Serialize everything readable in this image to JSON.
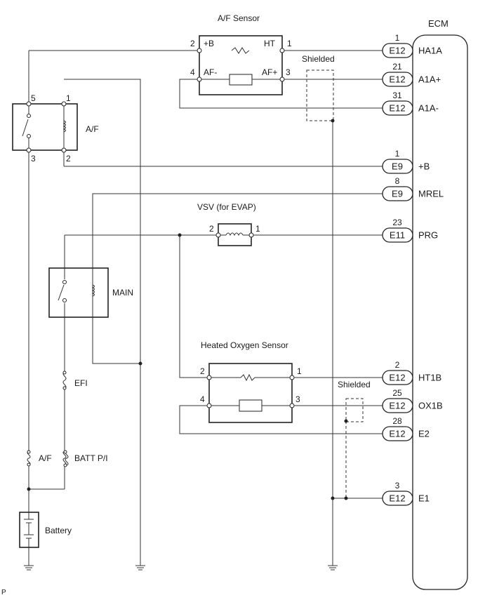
{
  "ecm": {
    "label": "ECM"
  },
  "af_sensor": {
    "label": "A/F Sensor",
    "pin_b": "+B",
    "pin_ht": "HT",
    "pin_afm": "AF-",
    "pin_afp": "AF+",
    "pin2": "2",
    "pin1": "1",
    "pin4": "4",
    "pin3": "3"
  },
  "shielded_top": "Shielded",
  "shielded_bottom": "Shielded",
  "af_relay": {
    "label": "A/F",
    "p5": "5",
    "p1": "1",
    "p3": "3",
    "p2": "2"
  },
  "main_relay": {
    "label": "MAIN"
  },
  "vsv": {
    "label": "VSV (for EVAP)",
    "p2": "2",
    "p1": "1"
  },
  "ho2s": {
    "label": "Heated Oxygen Sensor",
    "p2": "2",
    "p1": "1",
    "p4": "4",
    "p3": "3"
  },
  "fuses": {
    "efi": "EFI",
    "af": "A/F",
    "batt": "BATT P/I"
  },
  "battery": {
    "label": "Battery"
  },
  "footer": "P",
  "connectors": [
    {
      "pin": "1",
      "conn": "E12",
      "signal": "HA1A"
    },
    {
      "pin": "21",
      "conn": "E12",
      "signal": "A1A+"
    },
    {
      "pin": "31",
      "conn": "E12",
      "signal": "A1A-"
    },
    {
      "pin": "1",
      "conn": "E9",
      "signal": "+B"
    },
    {
      "pin": "8",
      "conn": "E9",
      "signal": "MREL"
    },
    {
      "pin": "23",
      "conn": "E11",
      "signal": "PRG"
    },
    {
      "pin": "2",
      "conn": "E12",
      "signal": "HT1B"
    },
    {
      "pin": "25",
      "conn": "E12",
      "signal": "OX1B"
    },
    {
      "pin": "28",
      "conn": "E12",
      "signal": "E2"
    },
    {
      "pin": "3",
      "conn": "E12",
      "signal": "E1"
    }
  ]
}
